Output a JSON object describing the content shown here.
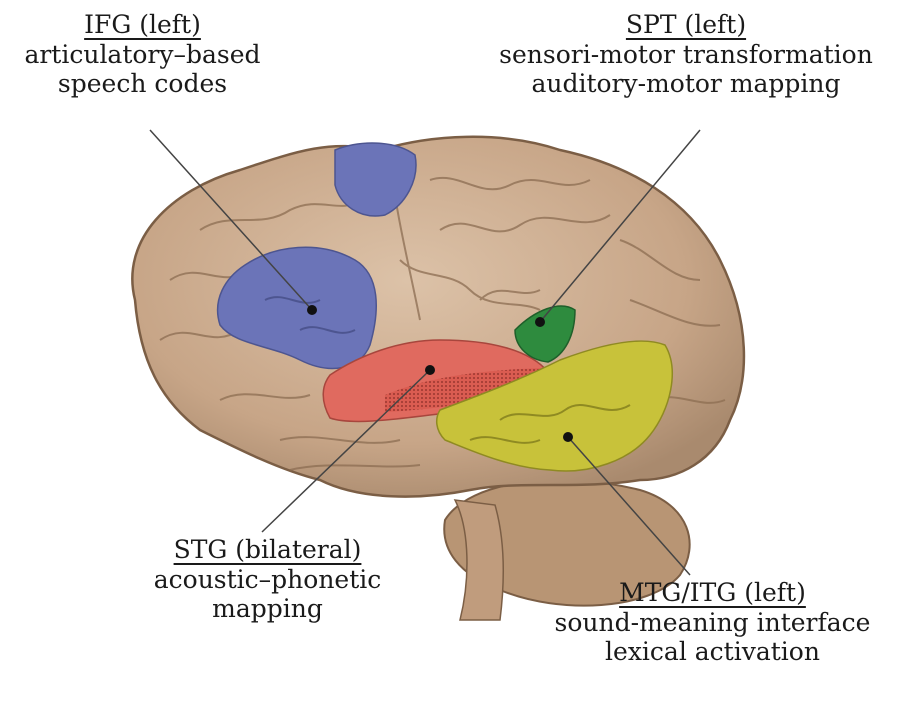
{
  "regions": [
    {
      "id": "ifg",
      "title": "IFG (left)",
      "lines": [
        "articulatory–based",
        "speech codes"
      ],
      "color": "#6b74b8"
    },
    {
      "id": "spt",
      "title": "SPT (left)",
      "lines": [
        "sensori-motor transformation",
        "auditory-motor mapping"
      ],
      "color": "#2e8b3e"
    },
    {
      "id": "stg",
      "title": "STG (bilateral)",
      "lines": [
        "acoustic–phonetic",
        "mapping"
      ],
      "color": "#e06a5f"
    },
    {
      "id": "mtg",
      "title": "MTG/ITG (left)",
      "lines": [
        "sound-meaning interface",
        "lexical activation"
      ],
      "color": "#c8c23a"
    }
  ],
  "brain_color": "#c9a98c"
}
